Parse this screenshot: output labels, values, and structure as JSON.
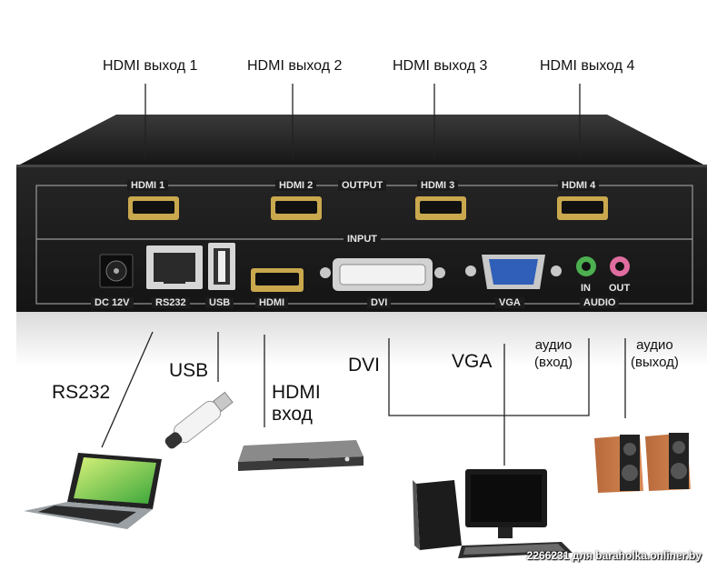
{
  "callouts": {
    "out1": "HDMI выход 1",
    "out2": "HDMI выход 2",
    "out3": "HDMI выход 3",
    "out4": "HDMI выход 4",
    "rs232": "RS232",
    "usb": "USB",
    "hdmi_in_line1": "HDMI",
    "hdmi_in_line2": "вход",
    "dvi": "DVI",
    "vga": "VGA",
    "audio_in_line1": "аудио",
    "audio_in_line2": "(вход)",
    "audio_out_line1": "аудио",
    "audio_out_line2": "(выход)"
  },
  "panel": {
    "hdmi1": "HDMI 1",
    "hdmi2": "HDMI 2",
    "output": "OUTPUT",
    "hdmi3": "HDMI 3",
    "hdmi4": "HDMI 4",
    "input": "INPUT",
    "dc": "DC 12V",
    "rs232": "RS232",
    "usb": "USB",
    "hdmi": "HDMI",
    "dvi": "DVI",
    "vga": "VGA",
    "audio": "AUDIO",
    "in": "IN",
    "out": "OUT"
  },
  "watermark": "2266231 для baraholka.onliner.by"
}
